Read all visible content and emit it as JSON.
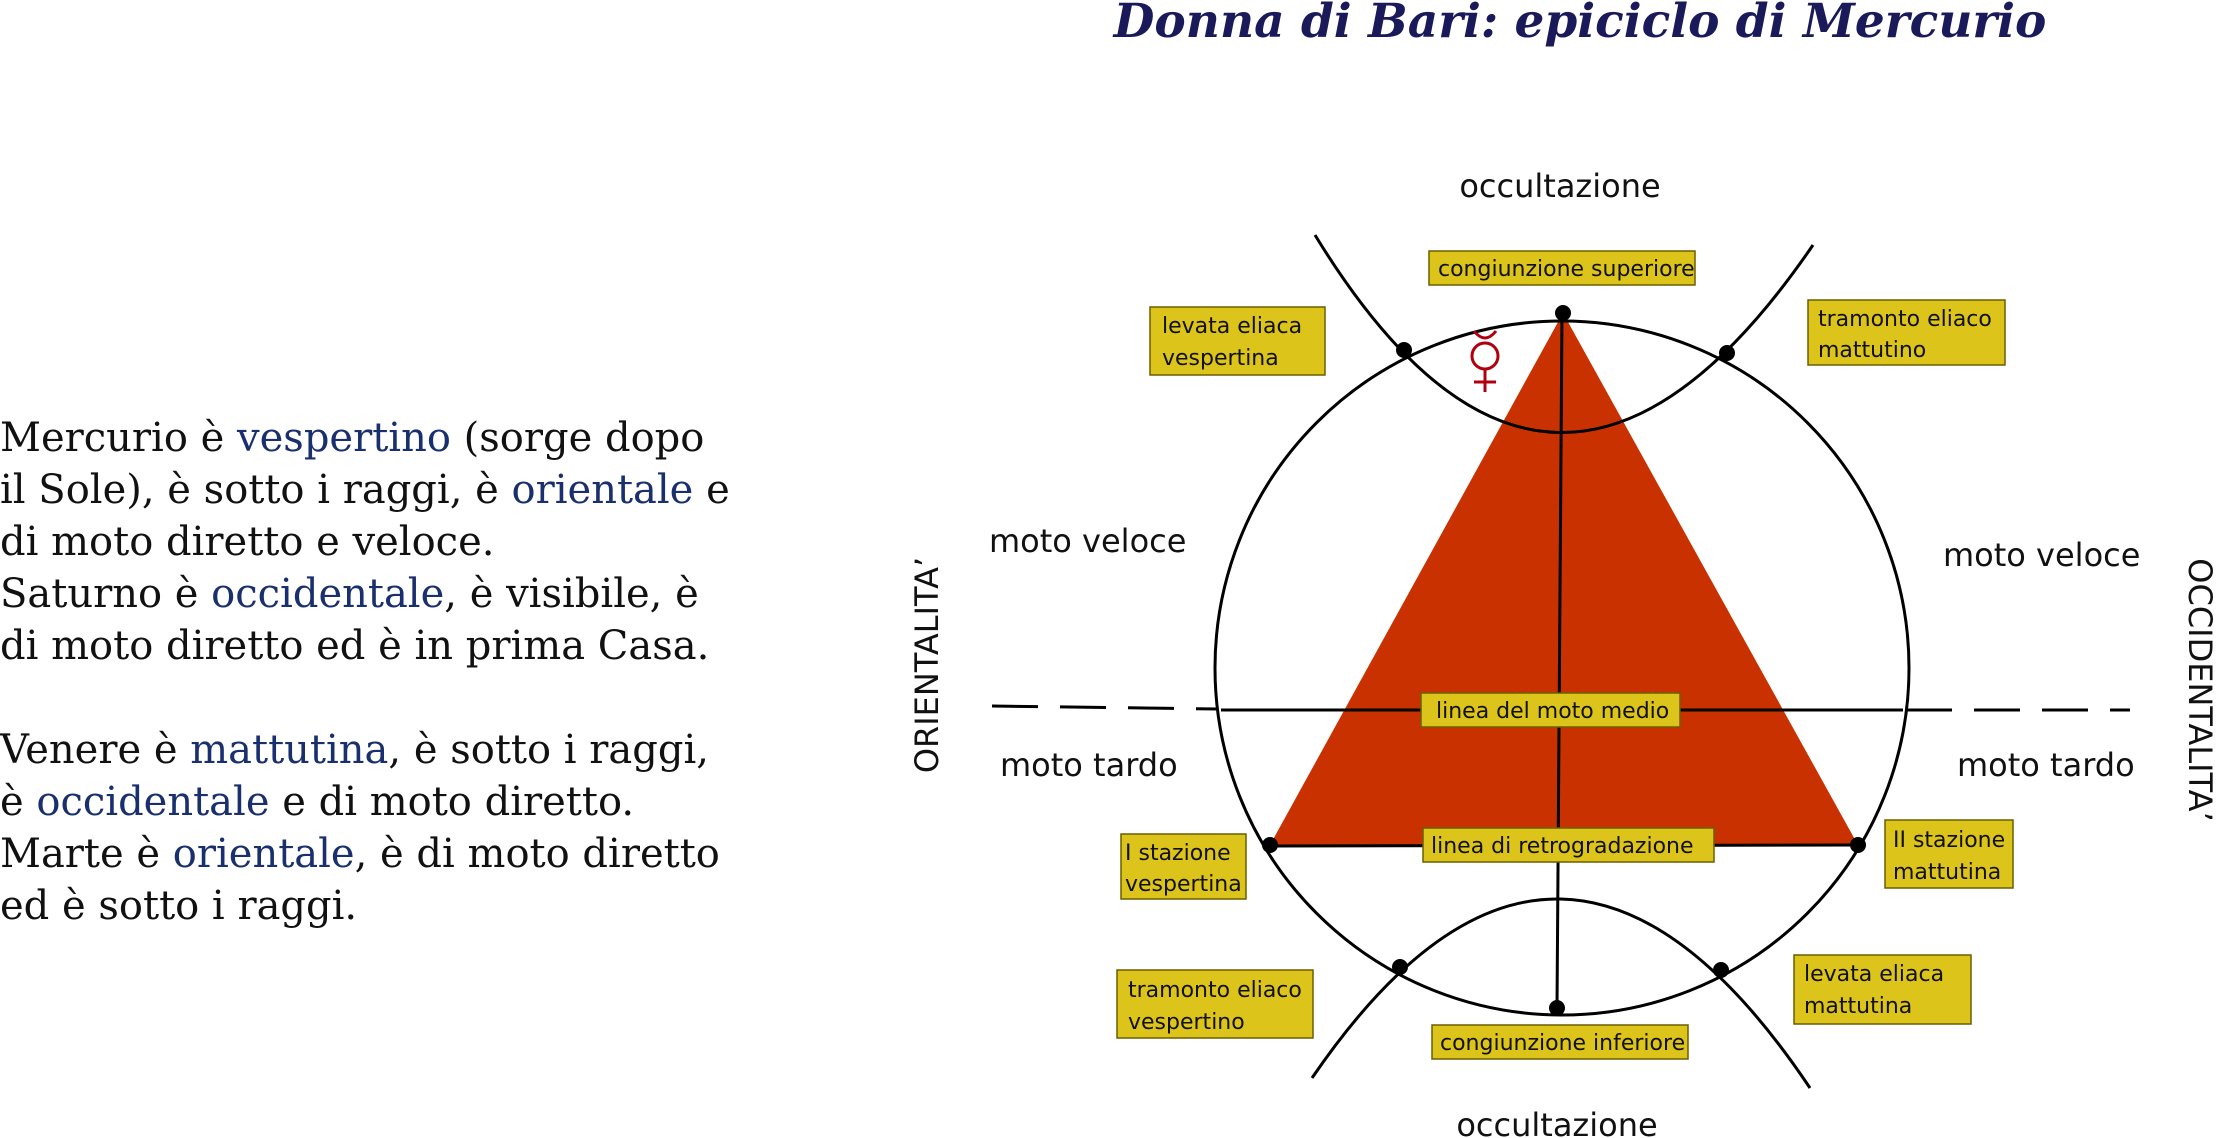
{
  "title": "Donna di Bari: epiciclo di Mercurio",
  "text": {
    "p1": [
      [
        "Mercurio è ",
        false
      ],
      [
        "vespertino",
        true
      ],
      [
        " (sorge dopo",
        false
      ],
      [
        "\n",
        false
      ],
      [
        "il Sole), è sotto i raggi, è ",
        false
      ],
      [
        "orientale",
        true
      ],
      [
        " e",
        false
      ],
      [
        "\n",
        false
      ],
      [
        "di moto diretto e veloce.",
        false
      ],
      [
        "\n",
        false
      ],
      [
        "Saturno è ",
        false
      ],
      [
        "occidentale",
        true
      ],
      [
        ", è visibile, è",
        false
      ],
      [
        "\n",
        false
      ],
      [
        "di moto diretto ed è in prima Casa.",
        false
      ]
    ],
    "p2": [
      [
        "Venere è ",
        false
      ],
      [
        "mattutina",
        true
      ],
      [
        ", è sotto i raggi,",
        false
      ],
      [
        "\n",
        false
      ],
      [
        "è ",
        false
      ],
      [
        "occidentale",
        true
      ],
      [
        " e di moto diretto.",
        false
      ],
      [
        "\n",
        false
      ],
      [
        "Marte è ",
        false
      ],
      [
        "orientale",
        true
      ],
      [
        ", è di moto diretto",
        false
      ],
      [
        "\n",
        false
      ],
      [
        "ed è sotto i raggi.",
        false
      ]
    ]
  },
  "diagram": {
    "occultation_top": "occultazione",
    "occultation_bottom": "occultazione",
    "orientalita": "ORIENTALITA’",
    "occidentalita": "OCCIDENTALITA’",
    "moto_veloce_left": "moto veloce",
    "moto_veloce_right": "moto veloce",
    "moto_tardo_left": "moto tardo",
    "moto_tardo_right": "moto tardo",
    "tags": {
      "congiunzione_superiore": [
        "congiunzione superiore"
      ],
      "levata_eliaca_vespertina": [
        "levata eliaca",
        "vespertina"
      ],
      "tramonto_eliaco_mattutino": [
        "tramonto eliaco",
        "mattutino"
      ],
      "linea_moto_medio": [
        "linea del moto medio"
      ],
      "linea_retrogradazione": [
        "linea di retrogradazione"
      ],
      "I_stazione_vespertina": [
        "I stazione",
        "vespertina"
      ],
      "II_stazione_mattutina": [
        "II stazione",
        "mattutina"
      ],
      "tramonto_eliaco_vespertino": [
        "tramonto eliaco",
        "vespertino"
      ],
      "levata_eliaca_mattutina": [
        "levata eliaca",
        "mattutina"
      ],
      "congiunzione_inferiore": [
        "congiunzione inferiore"
      ]
    },
    "planet_symbol": "mercury-symbol",
    "colors": {
      "triangle": "#c93200",
      "tag": "#dcc41a",
      "symbol": "#b00010"
    }
  }
}
